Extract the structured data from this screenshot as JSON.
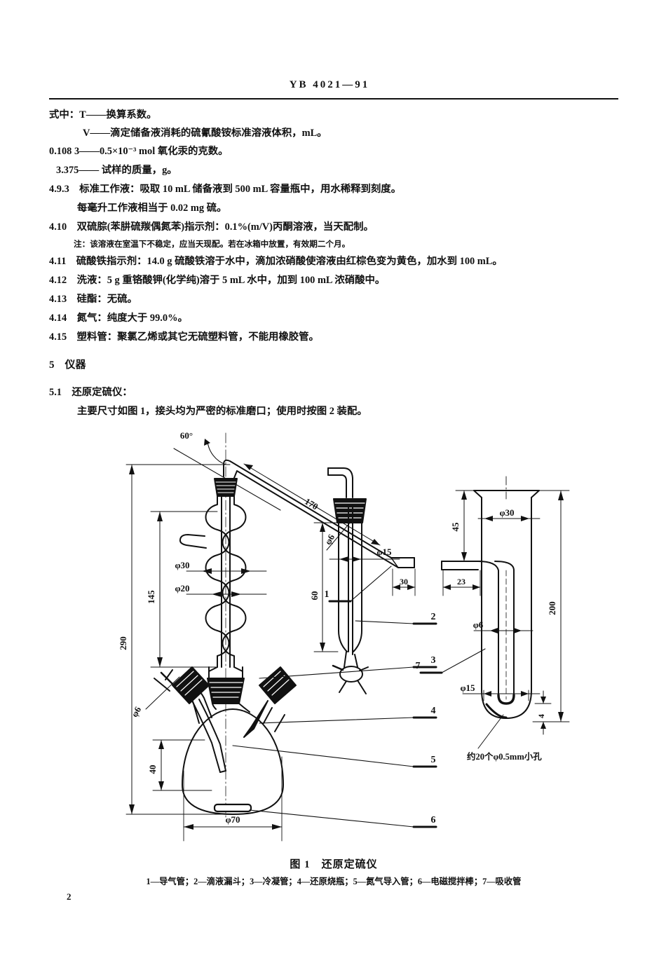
{
  "header": {
    "standard_code": "YB 4021—91"
  },
  "page_number": "2",
  "body": [
    {
      "id": "l1",
      "text": "式中：T——换算系数。"
    },
    {
      "id": "l2",
      "text": "V——滴定储备液消耗的硫氰酸铵标准溶液体积，mL。"
    },
    {
      "id": "l3",
      "text": "0.108 3——0.5×10⁻³ mol 氧化汞的克数。"
    },
    {
      "id": "l4",
      "text": "3.375—— 试样的质量，g。"
    },
    {
      "id": "l5",
      "text": "4.9.3　标准工作液：吸取 10 mL 储备液到 500 mL 容量瓶中，用水稀释到刻度。"
    },
    {
      "id": "l6",
      "text": "每毫升工作液相当于 0.02 mg 硫。"
    },
    {
      "id": "l7",
      "text": "4.10　双硫腙(苯肼硫羰偶氮苯)指示剂：0.1%(m/V)丙酮溶液，当天配制。"
    },
    {
      "id": "l8",
      "text": "注：该溶液在室温下不稳定，应当天现配。若在冰箱中放置，有效期二个月。"
    },
    {
      "id": "l9",
      "text": "4.11　硫酸铁指示剂：14.0 g 硫酸铁溶于水中，滴加浓硝酸使溶液由红棕色变为黄色，加水到 100 mL。"
    },
    {
      "id": "l10",
      "text": "4.12　洗液：5 g 重铬酸钾(化学纯)溶于 5 mL 水中，加到 100 mL 浓硝酸中。"
    },
    {
      "id": "l11",
      "text": "4.13　硅酯：无硫。"
    },
    {
      "id": "l12",
      "text": "4.14　氮气：纯度大于 99.0%。"
    },
    {
      "id": "l13",
      "text": "4.15　塑料管：聚氯乙烯或其它无硫塑料管，不能用橡胶管。"
    },
    {
      "id": "l14",
      "text": "5　仪器"
    },
    {
      "id": "l15",
      "text": "5.1　还原定硫仪："
    },
    {
      "id": "l16",
      "text": "主要尺寸如图 1，接头均为严密的标准磨口；使用时按图 2 装配。"
    }
  ],
  "figure": {
    "caption": "图 1　还原定硫仪",
    "legend": "1—导气管；2—滴液漏斗；3—冷凝管；4—还原烧瓶；5—氮气导入管；6—电磁搅拌棒；7—吸收管",
    "note_holes": "约20个φ0.5mm小孔",
    "dimensions": {
      "angle_60": "60°",
      "len_170": "170",
      "dia_6_tube": "φ6",
      "len_290": "290",
      "len_145": "145",
      "dia_30_cond": "φ30",
      "dia_20_cond": "φ20",
      "len_60_funnel": "60",
      "dia_15_funnel": "φ15",
      "dia_6_inlet": "φ6",
      "len_40_flask": "40",
      "dia_70_flask": "φ70",
      "len_30_outlet": "30",
      "len_23_absorber": "23",
      "len_45_absorber": "45",
      "dia_30_absorber": "φ30",
      "len_200_absorber": "200",
      "dia_6_absorber": "φ6",
      "dia_15_absorber": "φ15",
      "len_4_absorber": "4"
    },
    "callouts": [
      "1",
      "2",
      "3",
      "4",
      "5",
      "6",
      "7"
    ]
  }
}
